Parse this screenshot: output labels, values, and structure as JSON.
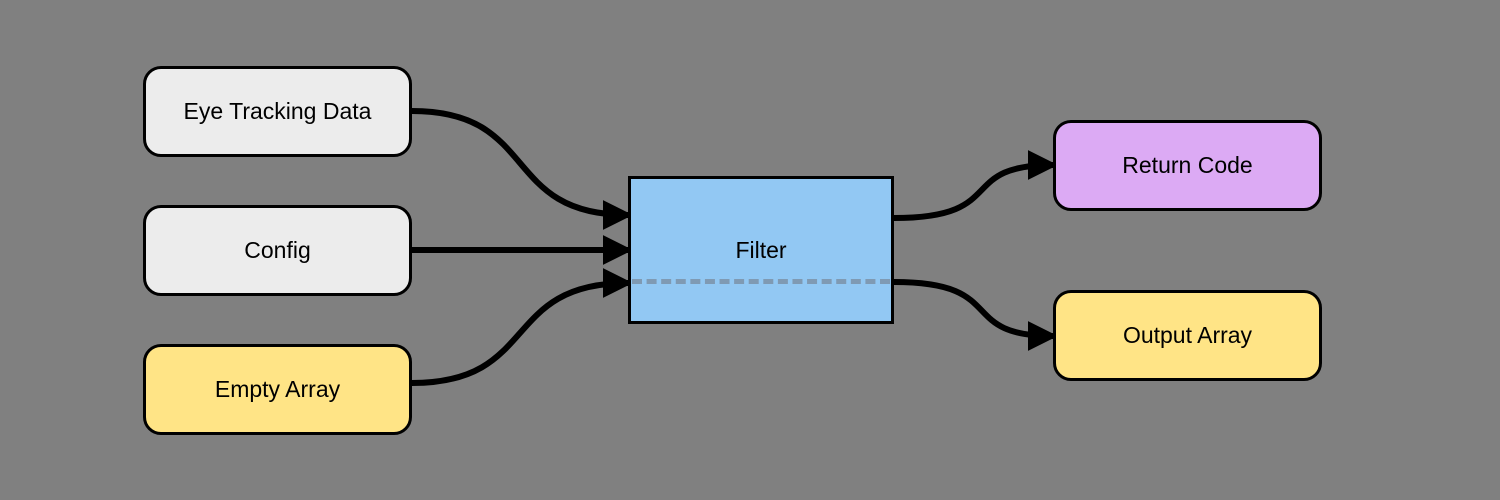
{
  "inputs": [
    {
      "label": "Eye Tracking Data",
      "color": "#ececec"
    },
    {
      "label": "Config",
      "color": "#ececec"
    },
    {
      "label": "Empty Array",
      "color": "#ffe486"
    }
  ],
  "process": {
    "label": "Filter",
    "color": "#92c8f3",
    "divider_color": "#7f9ab3"
  },
  "outputs": [
    {
      "label": "Return Code",
      "color": "#dcaaf4"
    },
    {
      "label": "Output Array",
      "color": "#ffe486"
    }
  ],
  "edges": [
    {
      "from": "Eye Tracking Data",
      "to": "Filter"
    },
    {
      "from": "Config",
      "to": "Filter"
    },
    {
      "from": "Empty Array",
      "to": "Filter"
    },
    {
      "from": "Filter",
      "to": "Return Code"
    },
    {
      "from": "Filter",
      "to": "Output Array"
    }
  ],
  "line_color": "#000000"
}
